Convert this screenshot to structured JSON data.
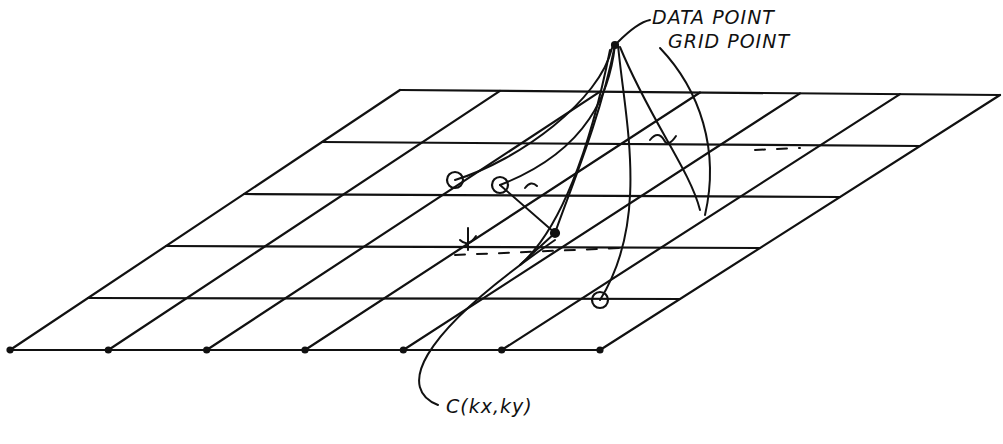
{
  "diagram": {
    "labels": [
      "DATA POINT",
      "GRID POINT",
      "C(kx,ky)"
    ]
  }
}
